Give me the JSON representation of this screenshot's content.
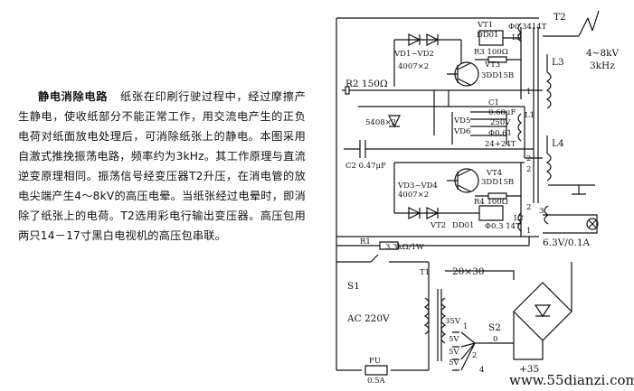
{
  "article": {
    "title": "静电消除电路",
    "body": "纸张在印刷行驶过程中，经过摩擦产生静电，使收纸部分不能正常工作，用交流电产生的正负电荷对纸面放电处理后，可消除纸张上的静电。本图采用自激式推挽振荡电路，频率约为3kHz。其工作原理与直流逆变原理相同。振荡信号经变压器T2升压，在消电管的放电尖端产生4～8kV的高压电晕。当纸张经过电晕时，即消除了纸张上的电荷。T2选用彩电行输出变压器。高压包用两只14－17寸黑白电视机的高压包串联。"
  },
  "schematic": {
    "vt1": "VT1",
    "dd01": "DD01",
    "phi_top": "Φ0.3414T",
    "t2": "T2",
    "l2_top": "L2",
    "r3": "R3 100Ω",
    "vd1vd2": "VD1~VD2",
    "n4007x2_top": "4007×2",
    "vt3": "VT3",
    "vt3type": "3DD15B",
    "r2": "R2 150Ω",
    "c1": "C1",
    "c1val": "0.68μF",
    "c1v": "250V",
    "n5408": "5408×2",
    "vd5": "VD5",
    "vd6": "VD6",
    "phi061": "Φ0.61",
    "turns": "24+24T",
    "l1": "L1",
    "c2": "C2 0.47μF",
    "vd3vd4": "VD3~VD4",
    "n4007x2_bot": "4007×2",
    "vt4": "VT4",
    "vt4type": "3DD15B",
    "r4": "R4 100Ω",
    "vt2": "VT2",
    "dd01b": "DD01",
    "phi_bot": "Φ0.3 14T",
    "l2_bot": "L2",
    "r1": "R1",
    "r1val": "3.3kΩ/1W",
    "hv1": "4~8kV",
    "hv2": "3kHz",
    "l3": "L3",
    "l4": "L4",
    "lamp": "6.3V/0.1A",
    "s1": "S1",
    "t1": "T1",
    "bridge": "20×30",
    "ac": "AC 220V",
    "v35": "35V",
    "s2": "S2",
    "t5v_1": "5V",
    "t5v_2": "5V",
    "t5v_3": "5V",
    "n0": "0",
    "n1": "1",
    "n2": "2",
    "n4": "4",
    "plus35": "+35",
    "fu": "FU",
    "fuval": "0.5A",
    "pin1a": "1",
    "pin2a": "2",
    "pin2b": "2",
    "pin2c": "2",
    "pin1b": "1",
    "pin3": "3"
  },
  "watermark": "www.55dianzi.com"
}
